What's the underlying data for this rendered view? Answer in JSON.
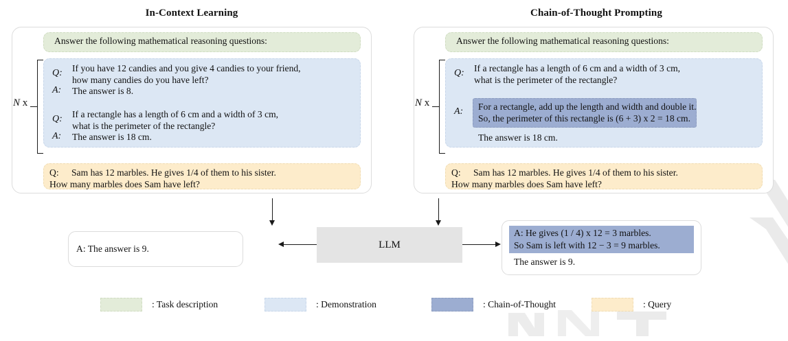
{
  "panels": {
    "left": {
      "title": "In-Context Learning",
      "task_description": "Answer the following mathematical reasoning questions:",
      "repeat_label_n": "N",
      "repeat_label_x": " x",
      "demonstration": [
        {
          "label": "Q:",
          "text": "If you have 12 candies and you give 4 candies to your friend,\nhow many candies do you have left?"
        },
        {
          "label": "A:",
          "text": "The answer is 8."
        },
        {
          "label": "Q:",
          "text": "If a rectangle has a length of 6 cm and a width of 3 cm,\nwhat is the perimeter of the rectangle?"
        },
        {
          "label": "A:",
          "text": "The answer is 18 cm."
        }
      ],
      "query_lead": "Q:",
      "query_text": "Sam has 12 marbles. He gives 1/4 of them to his sister.\nHow many marbles does Sam have left?",
      "output": "A: The answer is 9."
    },
    "right": {
      "title": "Chain-of-Thought Prompting",
      "task_description": "Answer the following mathematical reasoning questions:",
      "repeat_label_n": "N",
      "repeat_label_x": " x",
      "question_label": "Q:",
      "question_text": "If a rectangle has a length of 6 cm and a width of 3 cm,\nwhat is the perimeter of the rectangle?",
      "answer_label": "A:",
      "cot_text": "For a rectangle, add up the length and width and double it.\nSo, the perimeter of this rectangle is (6 + 3) x 2 = 18 cm.",
      "final_text": "The answer is 18 cm.",
      "query_lead": "Q:",
      "query_text": "Sam has 12 marbles. He gives 1/4 of them to his sister.\nHow many marbles does Sam have left?",
      "output_cot": "A: He gives (1 / 4) x 12 = 3 marbles.\nSo Sam is left with 12 − 3 = 9 marbles.",
      "output_final": "The answer is 9."
    }
  },
  "model": {
    "label": "LLM"
  },
  "legend": [
    {
      "label": ": Task description",
      "color": "#e3ecd9"
    },
    {
      "label": ": Demonstration",
      "color": "#dce7f4"
    },
    {
      "label": ": Chain-of-Thought",
      "color": "#9cadd1"
    },
    {
      "label": ": Query",
      "color": "#fdeccb"
    }
  ],
  "colors": {
    "task_description": "#e3ecd9",
    "demonstration": "#dce7f4",
    "chain_of_thought": "#9cadd1",
    "query": "#fdeccb",
    "llm_box": "#e4e4e4",
    "panel_border": "#dcdcdc",
    "arrow": "#1a1a1a"
  }
}
